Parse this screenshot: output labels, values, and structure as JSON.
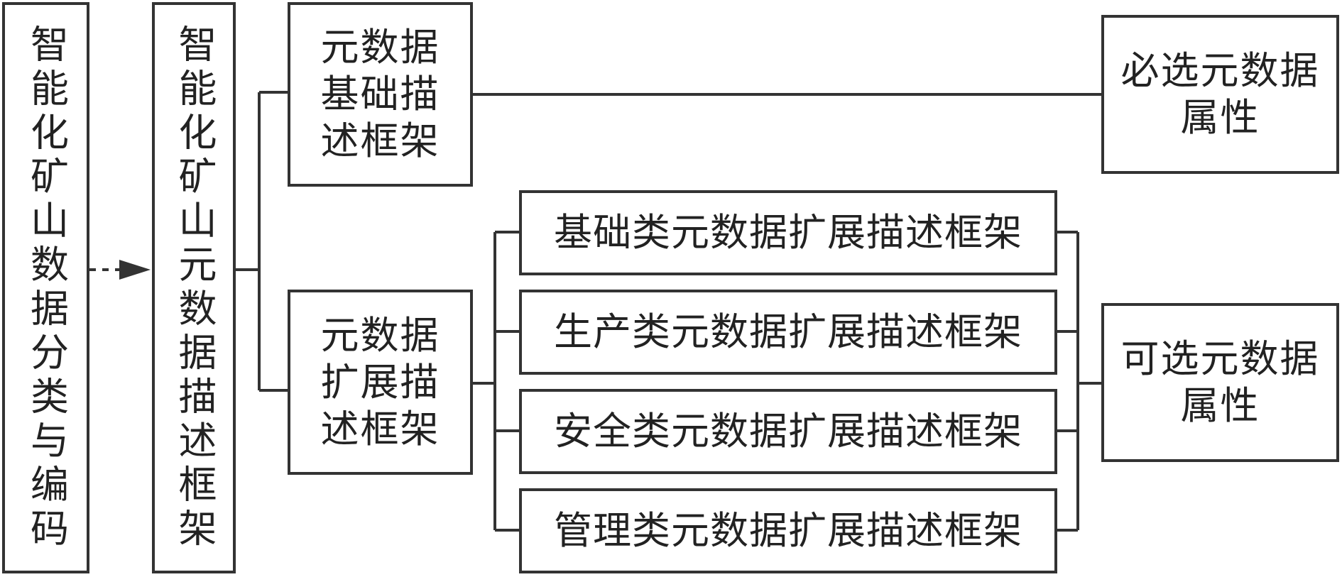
{
  "boxes": {
    "classification": "智能化矿山数据分类与编码",
    "framework": "智能化矿山元数据描述框架",
    "basic_framework": [
      "元数据",
      "基础描",
      "述框架"
    ],
    "extension_framework": [
      "元数据",
      "扩展描",
      "述框架"
    ],
    "extensions": [
      "基础类元数据扩展描述框架",
      "生产类元数据扩展描述框架",
      "安全类元数据扩展描述框架",
      "管理类元数据扩展描述框架"
    ],
    "mandatory": [
      "必选元数据",
      "属性"
    ],
    "optional": [
      "可选元数据",
      "属性"
    ]
  },
  "colors": {
    "line": "#333333",
    "background": "#ffffff"
  }
}
